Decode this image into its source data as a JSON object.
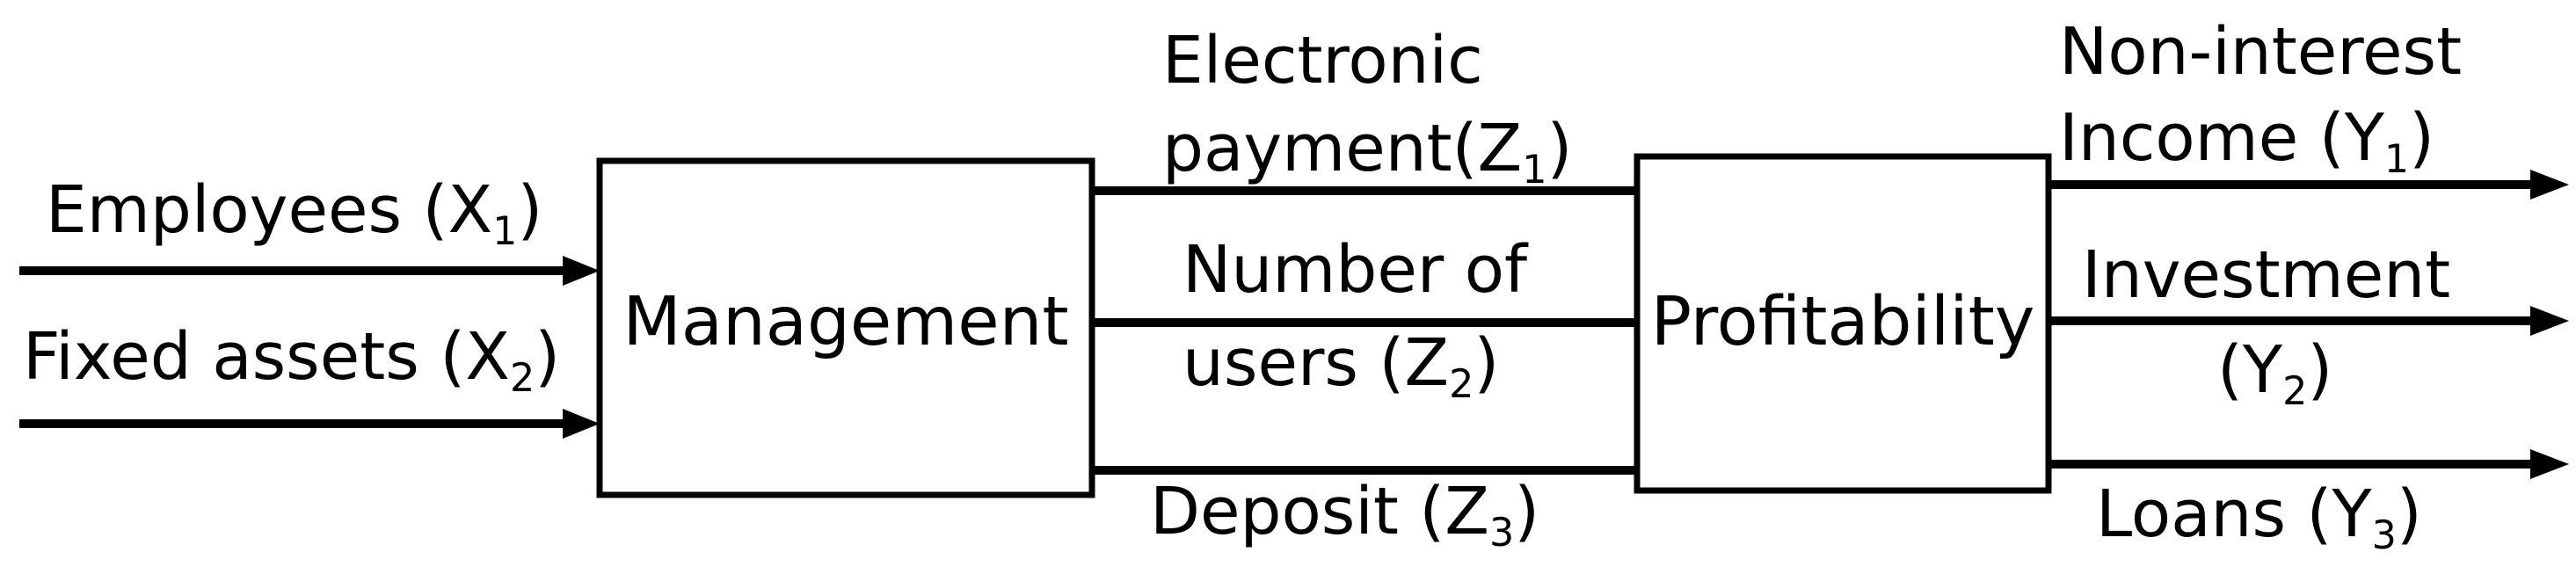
{
  "process_boxes": {
    "management": "Management",
    "profitability": "Profitability"
  },
  "inputs": [
    {
      "name": "Employees",
      "variable": "X",
      "subscript": "1"
    },
    {
      "name": "Fixed assets",
      "variable": "X",
      "subscript": "2"
    }
  ],
  "intermediates": [
    {
      "line1": "Electronic",
      "line2": "payment",
      "variable": "Z",
      "subscript": "1"
    },
    {
      "line1": "Number of",
      "line2": "users",
      "variable": "Z",
      "subscript": "2"
    },
    {
      "name": "Deposit",
      "variable": "Z",
      "subscript": "3"
    }
  ],
  "outputs": [
    {
      "line1": "Non-interest",
      "line2": "Income",
      "variable": "Y",
      "subscript": "1"
    },
    {
      "line1": "Investment",
      "variable": "Y",
      "subscript": "2"
    },
    {
      "name": "Loans",
      "variable": "Y",
      "subscript": "3"
    }
  ],
  "colors": {
    "stroke": "#000000",
    "background": "#ffffff"
  }
}
